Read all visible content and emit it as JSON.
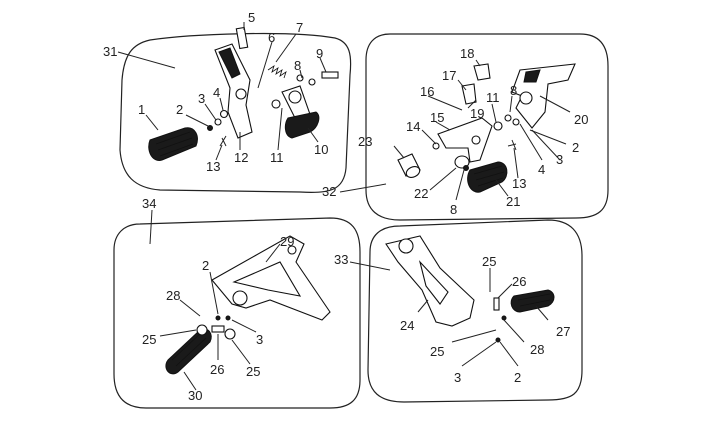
{
  "diagram": {
    "groups": [
      {
        "id": "31",
        "label": "31"
      },
      {
        "id": "32",
        "label": "32"
      },
      {
        "id": "33",
        "label": "33"
      },
      {
        "id": "34",
        "label": "34"
      }
    ],
    "callouts_group31": [
      "1",
      "2",
      "3",
      "4",
      "5",
      "6",
      "7",
      "8",
      "9",
      "10",
      "11",
      "12",
      "13"
    ],
    "callouts_group32": [
      "18",
      "17",
      "16",
      "19",
      "15",
      "14",
      "11",
      "8",
      "20",
      "2",
      "23",
      "4",
      "3",
      "13",
      "22",
      "8",
      "21"
    ],
    "callouts_group34": [
      "29",
      "2",
      "28",
      "3",
      "25",
      "26",
      "25",
      "30"
    ],
    "callouts_group33": [
      "25",
      "26",
      "24",
      "27",
      "25",
      "28",
      "3",
      "2"
    ]
  },
  "colors": {
    "line": "#222222",
    "background": "#ffffff"
  }
}
